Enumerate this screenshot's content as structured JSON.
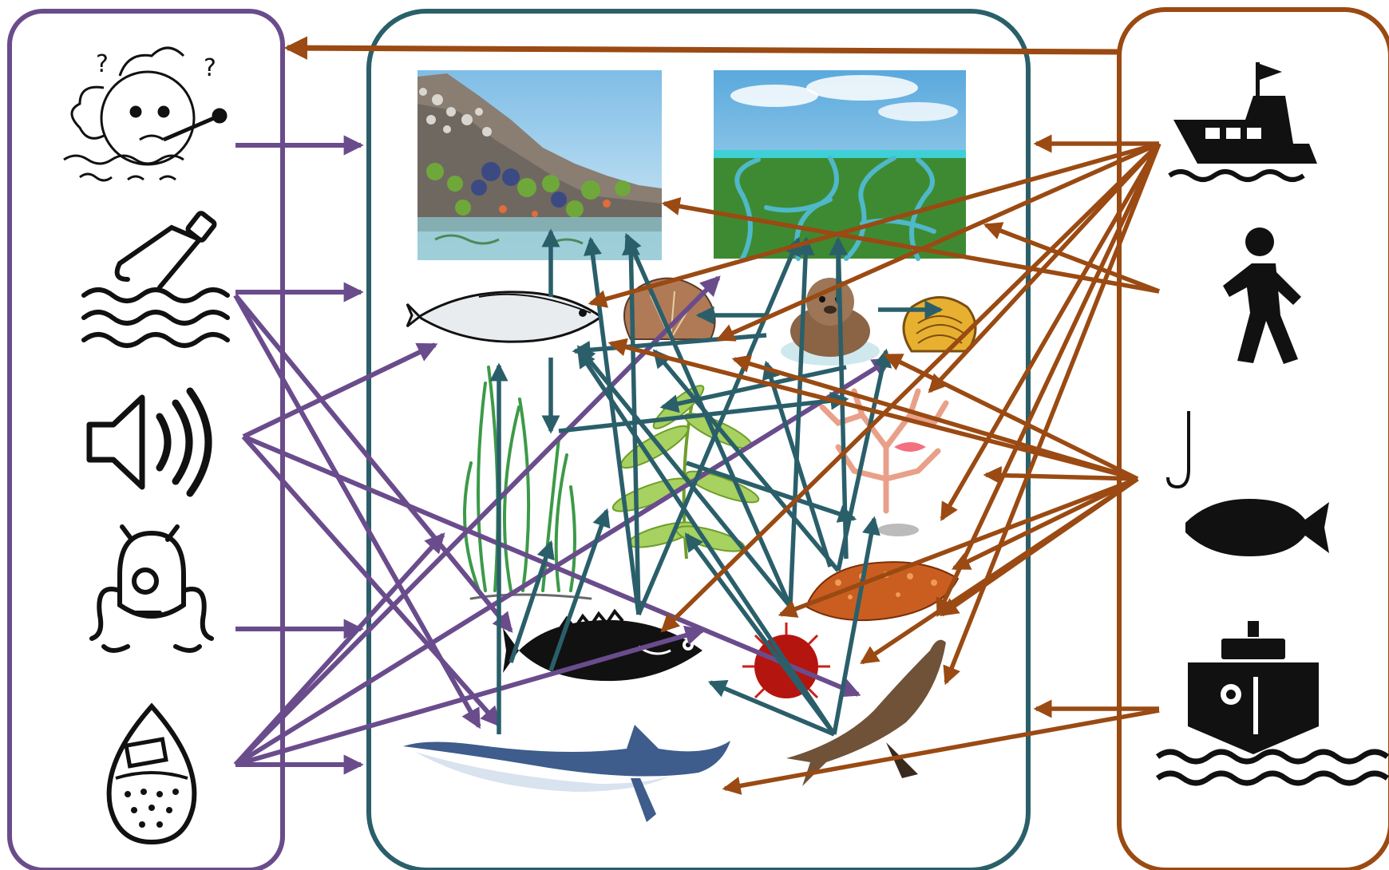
{
  "colors": {
    "stressor": "#6a4c8c",
    "ecosystem": "#2a5f6a",
    "human": "#9a4a12",
    "water": "#5ab2c2",
    "sky": "#6fb5e0",
    "mangrove": "#3e8a32",
    "kelp": "#9ccc54",
    "seagrass": "#3c9a48",
    "coral": "#e9a089",
    "urchin": "#c8201a",
    "sea_cucumber": "#c95e20",
    "whale": "#3e5c8c",
    "sea_lion": "#6f5238",
    "clam": "#e8b030",
    "scallop": "#b07a56",
    "otter": "#8a6445"
  },
  "stressors": [
    {
      "id": "climate",
      "icon": "climate-change-icon"
    },
    {
      "id": "debris",
      "icon": "marine-debris-icon"
    },
    {
      "id": "noise",
      "icon": "ocean-noise-icon"
    },
    {
      "id": "invasive",
      "icon": "invasive-species-icon"
    },
    {
      "id": "pollution",
      "icon": "water-pollution-icon"
    }
  ],
  "ecosystem": {
    "habitats": [
      {
        "id": "rocky-intertidal",
        "icon": "rocky-intertidal-image"
      },
      {
        "id": "estuary",
        "icon": "estuary-mangrove-image"
      }
    ],
    "species": [
      {
        "id": "herring",
        "icon": "herring-icon"
      },
      {
        "id": "scallop",
        "icon": "scallop-icon"
      },
      {
        "id": "sea-otter",
        "icon": "sea-otter-icon"
      },
      {
        "id": "clam",
        "icon": "clam-icon"
      },
      {
        "id": "seagrass",
        "icon": "seagrass-icon"
      },
      {
        "id": "kelp",
        "icon": "kelp-icon"
      },
      {
        "id": "coral",
        "icon": "coral-icon"
      },
      {
        "id": "sea-cucumber",
        "icon": "sea-cucumber-icon"
      },
      {
        "id": "rockfish",
        "icon": "rockfish-icon"
      },
      {
        "id": "sea-urchin",
        "icon": "sea-urchin-icon"
      },
      {
        "id": "whale",
        "icon": "whale-icon"
      },
      {
        "id": "sea-lion",
        "icon": "sea-lion-icon"
      }
    ]
  },
  "human_uses": [
    {
      "id": "recreational-boating",
      "icon": "boat-icon"
    },
    {
      "id": "coastal-recreation",
      "icon": "walking-person-icon"
    },
    {
      "id": "fishing",
      "icon": "fishing-icon"
    },
    {
      "id": "shipping",
      "icon": "ship-icon"
    }
  ]
}
